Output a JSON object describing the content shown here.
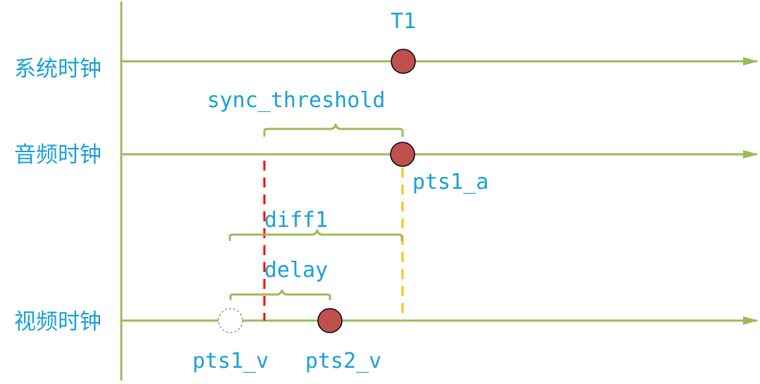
{
  "colors": {
    "axis": "#9bbb59",
    "text": "#1aa0d6",
    "dot_fill": "#c0504d",
    "dot_stroke": "#000000",
    "red_dash": "#ff0000",
    "yellow_dash": "#ffc000",
    "ghost_stroke": "#7f7f7f"
  },
  "lanes": {
    "system": "系统时钟",
    "audio": "音频时钟",
    "video": "视频时钟"
  },
  "labels": {
    "t1": "T1",
    "sync_threshold": "sync_threshold",
    "pts1_a": "pts1_a",
    "diff1": "diff1",
    "delay": "delay",
    "pts1_v": "pts1_v",
    "pts2_v": "pts2_v"
  }
}
